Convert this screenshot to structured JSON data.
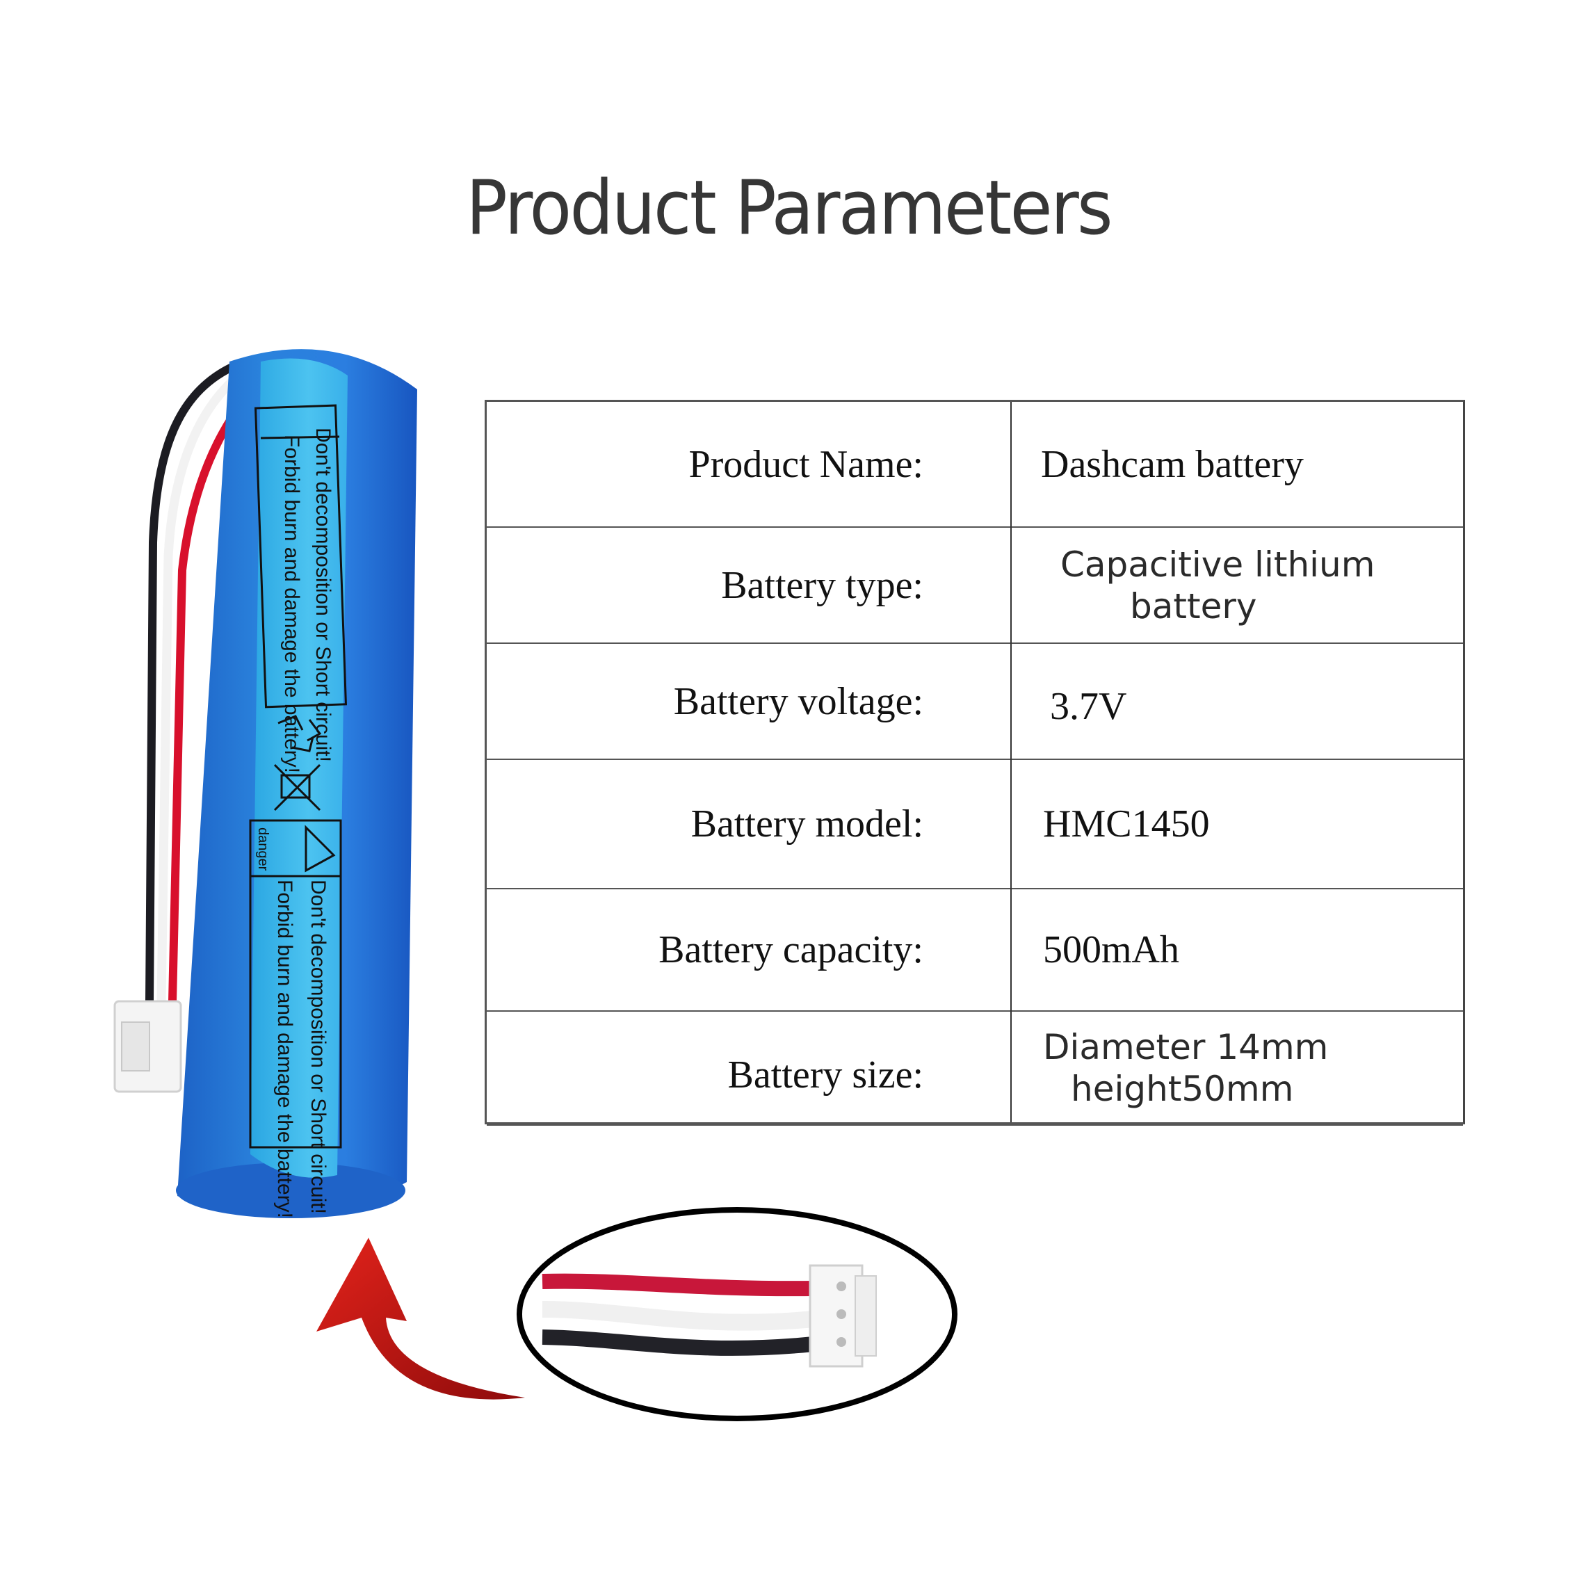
{
  "page": {
    "title": "Product Parameters"
  },
  "spec_table": {
    "rows": [
      {
        "label": "Product Name:",
        "value": "Dashcam battery"
      },
      {
        "label": "Battery type:",
        "value_line1": "Capacitive lithium",
        "value_line2": "battery"
      },
      {
        "label": "Battery voltage:",
        "value": "3.7V"
      },
      {
        "label": "Battery model:",
        "value": "HMC1450"
      },
      {
        "label": "Battery capacity:",
        "value": "500mAh"
      },
      {
        "label": "Battery size:",
        "value_line1": "Diameter 14mm",
        "value_line2": "height50mm"
      }
    ]
  },
  "battery_label": {
    "warning_heading": "danger",
    "warning_line1": "Don't decomposition or Short circuit!",
    "warning_line2": "Forbid burn and damage the battery!"
  },
  "icons": {
    "warning_triangle": "warning-triangle-icon",
    "recycle": "recycle-icon",
    "no_trash": "crossed-bin-icon",
    "arrow": "curved-arrow-icon"
  },
  "colors": {
    "battery_blue": "#1f6fd0",
    "label_cyan": "#3fb8ea",
    "wire_red": "#d8102c",
    "wire_white": "#f4f4f4",
    "wire_black": "#1c1c22",
    "arrow_red": "#c8100e",
    "title_gray": "#363636"
  }
}
